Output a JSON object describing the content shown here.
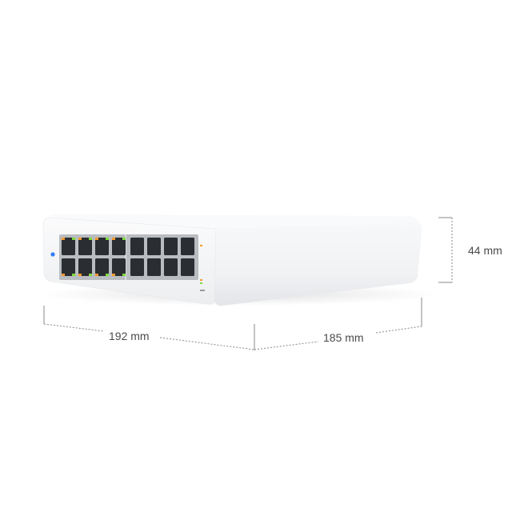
{
  "dimensions": {
    "width": "192 mm",
    "depth": "185 mm",
    "height": "44 mm"
  },
  "device": {
    "port_count": 16,
    "status_led_color": "#2f7cf6",
    "port_led_colors": {
      "amber": "#f59a2c",
      "green": "#7ddc3a"
    }
  }
}
